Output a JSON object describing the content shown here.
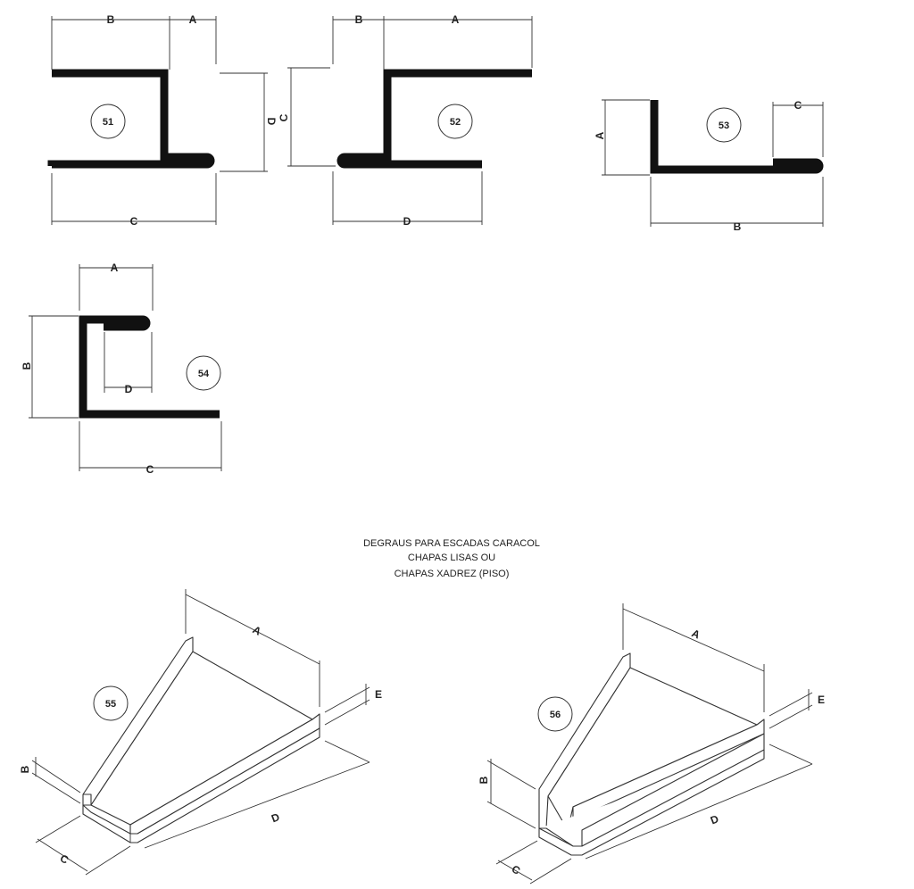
{
  "title_lines": [
    "DEGRAUS PARA ESCADAS CARACOL",
    "CHAPAS LISAS OU",
    "CHAPAS XADREZ (PISO)"
  ],
  "profiles": {
    "p51": {
      "number": "51",
      "labels": {
        "B": "B",
        "A": "A",
        "D": "D",
        "C": "C"
      }
    },
    "p52": {
      "number": "52",
      "labels": {
        "B": "B",
        "A": "A",
        "C": "C",
        "D": "D"
      }
    },
    "p53": {
      "number": "53",
      "labels": {
        "A": "A",
        "C": "C",
        "B": "B"
      }
    },
    "p54": {
      "number": "54",
      "labels": {
        "A": "A",
        "B": "B",
        "D": "D",
        "C": "C"
      }
    },
    "p55": {
      "number": "55",
      "labels": {
        "A": "A",
        "B": "B",
        "C": "C",
        "D": "D",
        "E": "E"
      }
    },
    "p56": {
      "number": "56",
      "labels": {
        "A": "A",
        "B": "B",
        "C": "C",
        "D": "D",
        "E": "E"
      }
    }
  }
}
